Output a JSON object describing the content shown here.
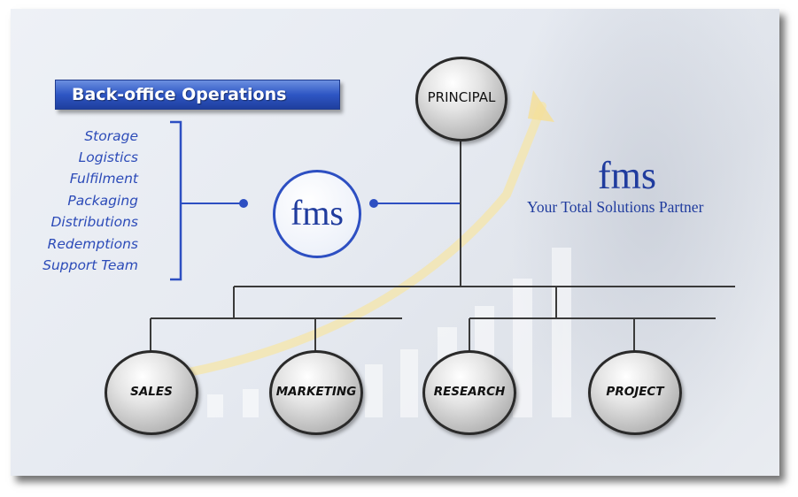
{
  "banner": {
    "title": "Back-office Operations"
  },
  "services": [
    "Storage",
    "Logistics",
    "Fulfilment",
    "Packaging",
    "Distributions",
    "Redemptions",
    "Support Team"
  ],
  "center_logo": {
    "text": "fms"
  },
  "brand": {
    "name": "fms",
    "tagline": "Your Total Solutions Partner"
  },
  "org": {
    "top": "PRINCIPAL",
    "children": [
      "SALES",
      "MARKETING",
      "RESEARCH",
      "PROJECT"
    ]
  },
  "colors": {
    "accent_blue": "#2d4fc2",
    "brand_text": "#203c9e",
    "node_border": "#2a2a2a"
  }
}
